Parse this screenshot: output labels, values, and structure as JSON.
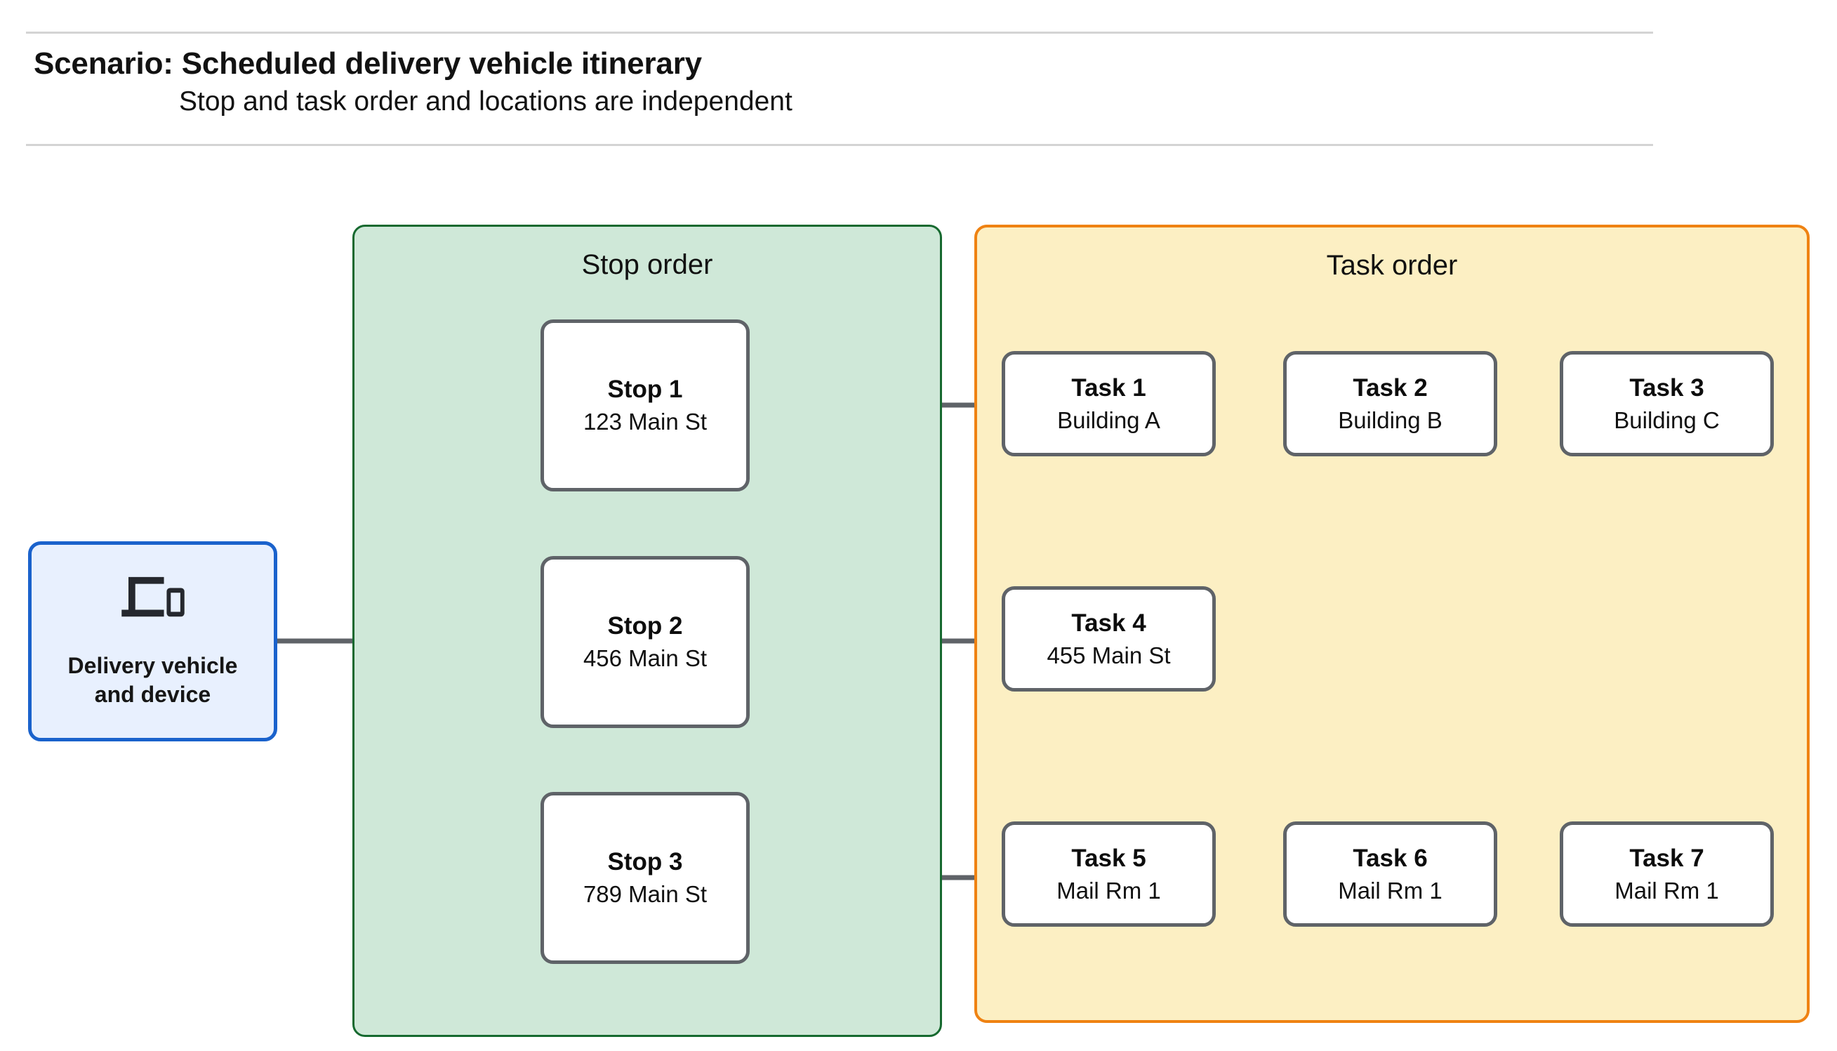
{
  "header": {
    "title": "Scenario: Scheduled delivery vehicle itinerary",
    "subtitle": "Stop and task order and locations are independent"
  },
  "vehicle": {
    "icon": "devices-icon",
    "label": "Delivery vehicle\nand device"
  },
  "panels": {
    "stop_order_title": "Stop order",
    "task_order_title": "Task order"
  },
  "stops": [
    {
      "title": "Stop 1",
      "subtitle": "123 Main St"
    },
    {
      "title": "Stop 2",
      "subtitle": "456 Main St"
    },
    {
      "title": "Stop 3",
      "subtitle": "789 Main St"
    }
  ],
  "tasks": [
    {
      "title": "Task 1",
      "subtitle": "Building A"
    },
    {
      "title": "Task 2",
      "subtitle": "Building B"
    },
    {
      "title": "Task 3",
      "subtitle": "Building C"
    },
    {
      "title": "Task 4",
      "subtitle": "455 Main St"
    },
    {
      "title": "Task 5",
      "subtitle": "Mail Rm 1"
    },
    {
      "title": "Task 6",
      "subtitle": "Mail Rm 1"
    },
    {
      "title": "Task 7",
      "subtitle": "Mail Rm 1"
    }
  ],
  "colors": {
    "stop_panel_fill": "#cfe8d8",
    "stop_panel_border": "#16692f",
    "task_panel_fill": "#fcefc3",
    "task_panel_border": "#ef8212",
    "vehicle_fill": "#e8f0fe",
    "vehicle_border": "#1a62cc",
    "node_border": "#5f6368",
    "connector": "#5f6368",
    "rule": "#d4d4d4"
  }
}
